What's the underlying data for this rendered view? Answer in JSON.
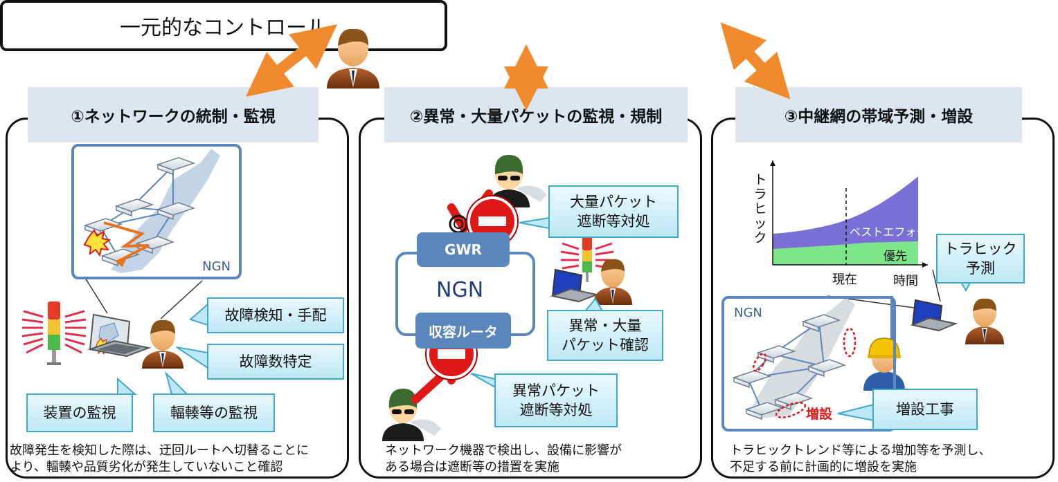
{
  "header": {
    "title": "一元的なコントロール"
  },
  "panels": [
    {
      "title": "①ネットワークの統制・監視",
      "map_label": "NGN",
      "callouts": {
        "fault_detect": "故障検知・手配",
        "fault_count": "故障数特定",
        "device_monitor": "装置の監視",
        "congestion_monitor": "輻輳等の監視"
      },
      "caption": [
        "故障発生を検知した際は、迂回ルートへ切替ることに",
        "より、輻輳や品質劣化が発生していないこと確認"
      ]
    },
    {
      "title": "②異常・大量パケットの監視・規制",
      "network_label": "NGN",
      "gwr_label": "GWR",
      "router_label": "収容ルータ",
      "callouts": {
        "bulk_packet": [
          "大量パケット",
          "遮断等対処"
        ],
        "check": [
          "異常・大量",
          "パケット確認"
        ],
        "abnormal_packet": [
          "異常パケット",
          "遮断等対処"
        ]
      },
      "caption": [
        "ネットワーク機器で検出し、設備に影響が",
        "ある場合は遮断等の措置を実施"
      ]
    },
    {
      "title": "③中継網の帯域予測・増設",
      "chart_ylabel": "トラヒック",
      "chart_xlabel": "時間",
      "now_label": "現在",
      "best_effort_label": "ベストエフォート",
      "priority_label": "優先",
      "map_label": "NGN",
      "expansion_label": "増設",
      "callouts": {
        "forecast": [
          "トラヒック",
          "予測"
        ],
        "construction": "増設工事"
      },
      "caption": [
        "トラヒックトレンド等による増加等を予測し、",
        "不足する前に計画的に増設を実施"
      ]
    }
  ],
  "colors": {
    "arrow": "#f08a2c",
    "frame": "#5b86bd",
    "callout_border": "#3fa8cc",
    "title_bg": "#dde6ee",
    "best_effort": "#7b6fd6",
    "priority": "#7de58a",
    "alert": "#e01818"
  }
}
